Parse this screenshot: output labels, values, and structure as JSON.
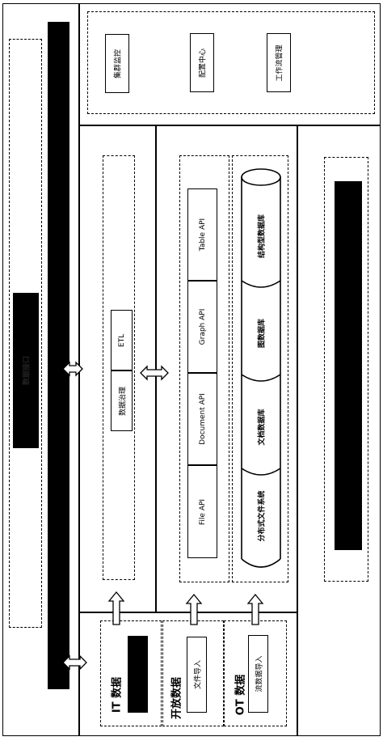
{
  "top": {
    "items": [
      "集群监控",
      "配置中心",
      "工作流管理"
    ]
  },
  "left_column": {
    "label": "数据接口"
  },
  "processing": {
    "items": [
      "数据治理",
      "ETL"
    ]
  },
  "apis": [
    "File API",
    "Document API",
    "Graph API",
    "Table API"
  ],
  "storage": [
    "分布式文件系统",
    "文档数据库",
    "图数据库",
    "结构型数据库"
  ],
  "sources": [
    {
      "title": "IT 数据",
      "box": ""
    },
    {
      "title": "开放数据",
      "box": "文件导入"
    },
    {
      "title": "OT 数据",
      "box": "流数据导入"
    }
  ]
}
